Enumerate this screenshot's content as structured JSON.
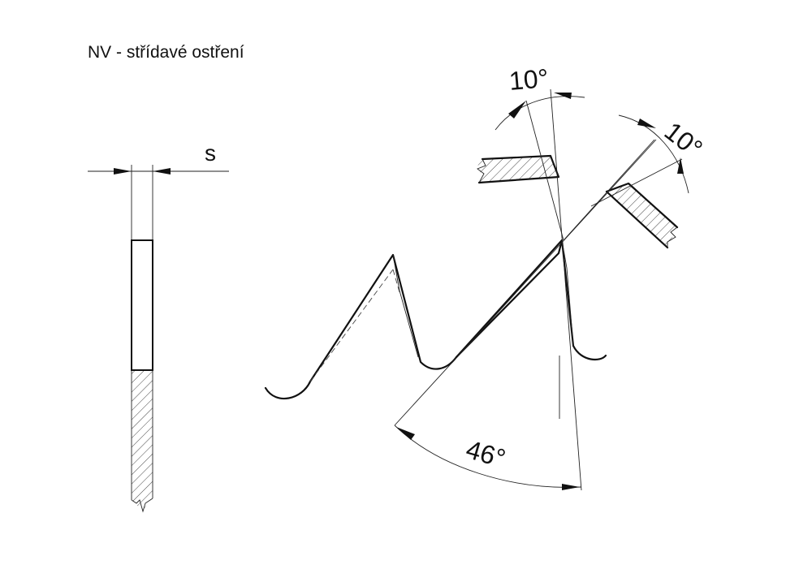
{
  "title": "NV - střídavé ostření",
  "labels": {
    "thickness": "s",
    "angle_left": "10°",
    "angle_right": "10°",
    "angle_bottom": "46°"
  }
}
